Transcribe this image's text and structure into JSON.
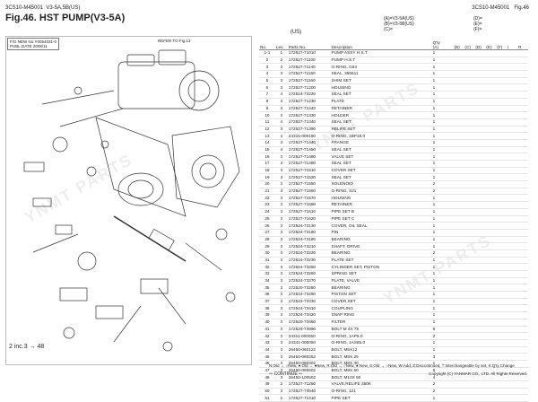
{
  "header": {
    "model": "3CS10-M45001",
    "model_variant": "V3-5A,5B(US)",
    "title": "Fig.46.  HST PUMP(V3-5A)",
    "right_model": "3CS10-M45001",
    "right_fig": "Fig.46"
  },
  "legend_mid": [
    "(A)=V3-5A(US)",
    "(B)=V3-5B(US)",
    "(C)="
  ],
  "legend_right": [
    "(D)=",
    "(E)=",
    "(F)="
  ],
  "subtitle": "(US)",
  "diagram": {
    "meta_line1": "F/G NEW No.Y0054031-0",
    "meta_line2": "PUBL.DATE 2008/11",
    "refer": "REFER TO Fig.13",
    "note": "2 inc.3  →  48"
  },
  "watermark": "YNMT PARTS",
  "table": {
    "headers": {
      "no": "No.",
      "lev": "Lev.",
      "parts_no": "Parts No.",
      "description": "Description",
      "qty": "Q'ty",
      "a": "(A)",
      "b": "(B)",
      "c": "(C)",
      "d": "(D)",
      "e": "(E)",
      "f": "(F)",
      "i": "I",
      "r": "R"
    },
    "rows": [
      {
        "no": "1-1",
        "lev": "1",
        "pn": "172527-71010",
        "desc": "PUMP ASSY H.S.T",
        "qty": "1"
      },
      {
        "no": "2",
        "lev": "2",
        "pn": "172527-71100",
        "desc": "PUMP H.S.T",
        "qty": "1"
      },
      {
        "no": "3",
        "lev": "3",
        "pn": "172527-71140",
        "desc": "O-RING, G63",
        "qty": "1"
      },
      {
        "no": "4",
        "lev": "3",
        "pn": "172527-71150",
        "desc": "SEAL, 355611",
        "qty": "1"
      },
      {
        "no": "5",
        "lev": "3",
        "pn": "172527-71160",
        "desc": "SHIM SET",
        "qty": "1"
      },
      {
        "no": "6",
        "lev": "3",
        "pn": "172527-71200",
        "desc": "HOUSING",
        "qty": "1"
      },
      {
        "no": "7",
        "lev": "4",
        "pn": "172524-73220",
        "desc": "SEAL SET",
        "qty": "1"
      },
      {
        "no": "8",
        "lev": "3",
        "pn": "172527-71230",
        "desc": "PLATE",
        "qty": "1"
      },
      {
        "no": "9",
        "lev": "3",
        "pn": "172527-71240",
        "desc": "RETAINER",
        "qty": "1"
      },
      {
        "no": "10",
        "lev": "3",
        "pn": "172527-71330",
        "desc": "HOLDER",
        "qty": "1"
      },
      {
        "no": "11",
        "lev": "4",
        "pn": "172527-71340",
        "desc": "SEAL SET",
        "qty": "1"
      },
      {
        "no": "12",
        "lev": "3",
        "pn": "172527-71390",
        "desc": "RELIFE SET",
        "qty": "1"
      },
      {
        "no": "13",
        "lev": "4",
        "pn": "24315-000180",
        "desc": "O-RING, 1BP18.0",
        "qty": "1"
      },
      {
        "no": "14",
        "lev": "3",
        "pn": "172527-71440",
        "desc": "FRANGE",
        "qty": "1"
      },
      {
        "no": "15",
        "lev": "4",
        "pn": "172527-71450",
        "desc": "SEAL SET",
        "qty": "1"
      },
      {
        "no": "16",
        "lev": "3",
        "pn": "172527-71480",
        "desc": "VALVE SET",
        "qty": "1"
      },
      {
        "no": "17",
        "lev": "4",
        "pn": "172527-71490",
        "desc": "SEAL SET",
        "qty": "1"
      },
      {
        "no": "18",
        "lev": "3",
        "pn": "172527-71510",
        "desc": "COVER SET",
        "qty": "1"
      },
      {
        "no": "19",
        "lev": "4",
        "pn": "172527-71520",
        "desc": "SEAL SET",
        "qty": "1"
      },
      {
        "no": "20",
        "lev": "3",
        "pn": "172527-71550",
        "desc": "SOLENOID",
        "qty": "2"
      },
      {
        "no": "21",
        "lev": "4",
        "pn": "172527-71560",
        "desc": "O-RING, S21",
        "qty": "2"
      },
      {
        "no": "22",
        "lev": "3",
        "pn": "172527-71570",
        "desc": "HOUSING",
        "qty": "1"
      },
      {
        "no": "23",
        "lev": "3",
        "pn": "172527-71580",
        "desc": "RETAINER",
        "qty": "1"
      },
      {
        "no": "24",
        "lev": "3",
        "pn": "172527-71610",
        "desc": "PIPE SET B",
        "qty": "1"
      },
      {
        "no": "25",
        "lev": "3",
        "pn": "172527-71620",
        "desc": "PIPE SET C",
        "qty": "1"
      },
      {
        "no": "26",
        "lev": "3",
        "pn": "172524-73130",
        "desc": "COVER, OIL SEAL",
        "qty": "1"
      },
      {
        "no": "27",
        "lev": "3",
        "pn": "172524-73180",
        "desc": "PIN",
        "qty": "1"
      },
      {
        "no": "28",
        "lev": "3",
        "pn": "172524-73190",
        "desc": "BEARING",
        "qty": "1"
      },
      {
        "no": "29",
        "lev": "3",
        "pn": "172524-73210",
        "desc": "SHAFT, DRIVE",
        "qty": "1"
      },
      {
        "no": "30",
        "lev": "3",
        "pn": "172524-73220",
        "desc": "BEARING",
        "qty": "2"
      },
      {
        "no": "31",
        "lev": "3",
        "pn": "172524-73230",
        "desc": "PLATE SET",
        "qty": "1"
      },
      {
        "no": "32",
        "lev": "3",
        "pn": "172524-73250",
        "desc": "CYLINDER SET, PISTON",
        "qty": "1"
      },
      {
        "no": "33",
        "lev": "3",
        "pn": "172524-73260",
        "desc": "SPRING SET",
        "qty": "1"
      },
      {
        "no": "34",
        "lev": "3",
        "pn": "172524-73270",
        "desc": "PLATE, VALVE",
        "qty": "1"
      },
      {
        "no": "35",
        "lev": "3",
        "pn": "172520-73280",
        "desc": "BEARING",
        "qty": "1"
      },
      {
        "no": "36",
        "lev": "3",
        "pn": "172524-73290",
        "desc": "PISTON SET",
        "qty": "1"
      },
      {
        "no": "37",
        "lev": "3",
        "pn": "172524-73330",
        "desc": "COVER SET",
        "qty": "1"
      },
      {
        "no": "38",
        "lev": "3",
        "pn": "172524-73410",
        "desc": "COUPLING",
        "qty": "1"
      },
      {
        "no": "39",
        "lev": "3",
        "pn": "172524-73420",
        "desc": "SNAP RING",
        "qty": "1"
      },
      {
        "no": "40",
        "lev": "3",
        "pn": "172520-73460",
        "desc": "FILTER",
        "qty": "1"
      },
      {
        "no": "41",
        "lev": "3",
        "pn": "172524-73890",
        "desc": "BOLT M 4X 75",
        "qty": "8"
      },
      {
        "no": "42",
        "lev": "3",
        "pn": "24311-000050",
        "desc": "O-RING, 1AP5.0",
        "qty": "2"
      },
      {
        "no": "43",
        "lev": "3",
        "pn": "24341-000050",
        "desc": "O-RING, 1AS85.0",
        "qty": "1"
      },
      {
        "no": "44",
        "lev": "3",
        "pn": "26450-060122",
        "desc": "BOLT, M6X12",
        "qty": "1"
      },
      {
        "no": "45",
        "lev": "3",
        "pn": "26450-080252",
        "desc": "BOLT, M8X 25",
        "qty": "3"
      },
      {
        "no": "46",
        "lev": "3",
        "pn": "26450-080302",
        "desc": "BOLT, M8X 30",
        "qty": "1"
      },
      {
        "no": "47",
        "lev": "3",
        "pn": "26450-080602",
        "desc": "BOLT, M8X 60",
        "qty": "6"
      },
      {
        "no": "48",
        "lev": "3",
        "pn": "26450-100502",
        "desc": "BOLT, M10X 50",
        "qty": "4"
      },
      {
        "no": "49",
        "lev": "2",
        "pn": "172527-71250",
        "desc": "VALVE,RELIFE 350K",
        "qty": "2"
      },
      {
        "no": "50",
        "lev": "3",
        "pn": "172527-73540",
        "desc": "O-RING, 121",
        "qty": "2"
      },
      {
        "no": "51",
        "lev": "2",
        "pn": "172527-71410",
        "desc": "PIPE SET",
        "qty": "1"
      }
    ]
  },
  "footer": {
    "legend": "N:Old → ○New, ●:Old → ●New, R:Old → ○New, ●:New, S:Old → ○New, W:Add, Z:Discontinued, †:Interchangeable by set, K:Q'ty Change",
    "continue": "⇨  CONTINUE  ⇨",
    "copyright": "Copyright (C) YANMAR CO., LTD. All Rights Reserved."
  }
}
